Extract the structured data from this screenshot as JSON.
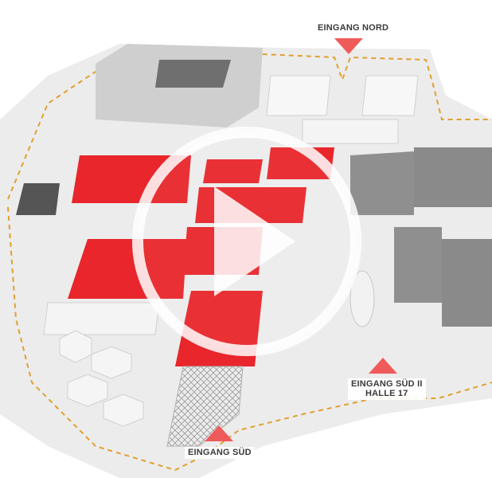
{
  "map": {
    "entrances": {
      "north": "EINGANG NORD",
      "south": "EINGANG SÜD",
      "south2_line1": "EINGANG SÜD II",
      "south2_line2": "HALLE 17"
    },
    "colors": {
      "hall_highlight": "#e8262b",
      "marker": "#ef5b5b",
      "path": "#e0a030",
      "ground": "#e9e9e9",
      "building": "#f4f4f4",
      "building_dark": "#8f8f8f"
    }
  },
  "video": {
    "icon": "play-icon"
  }
}
